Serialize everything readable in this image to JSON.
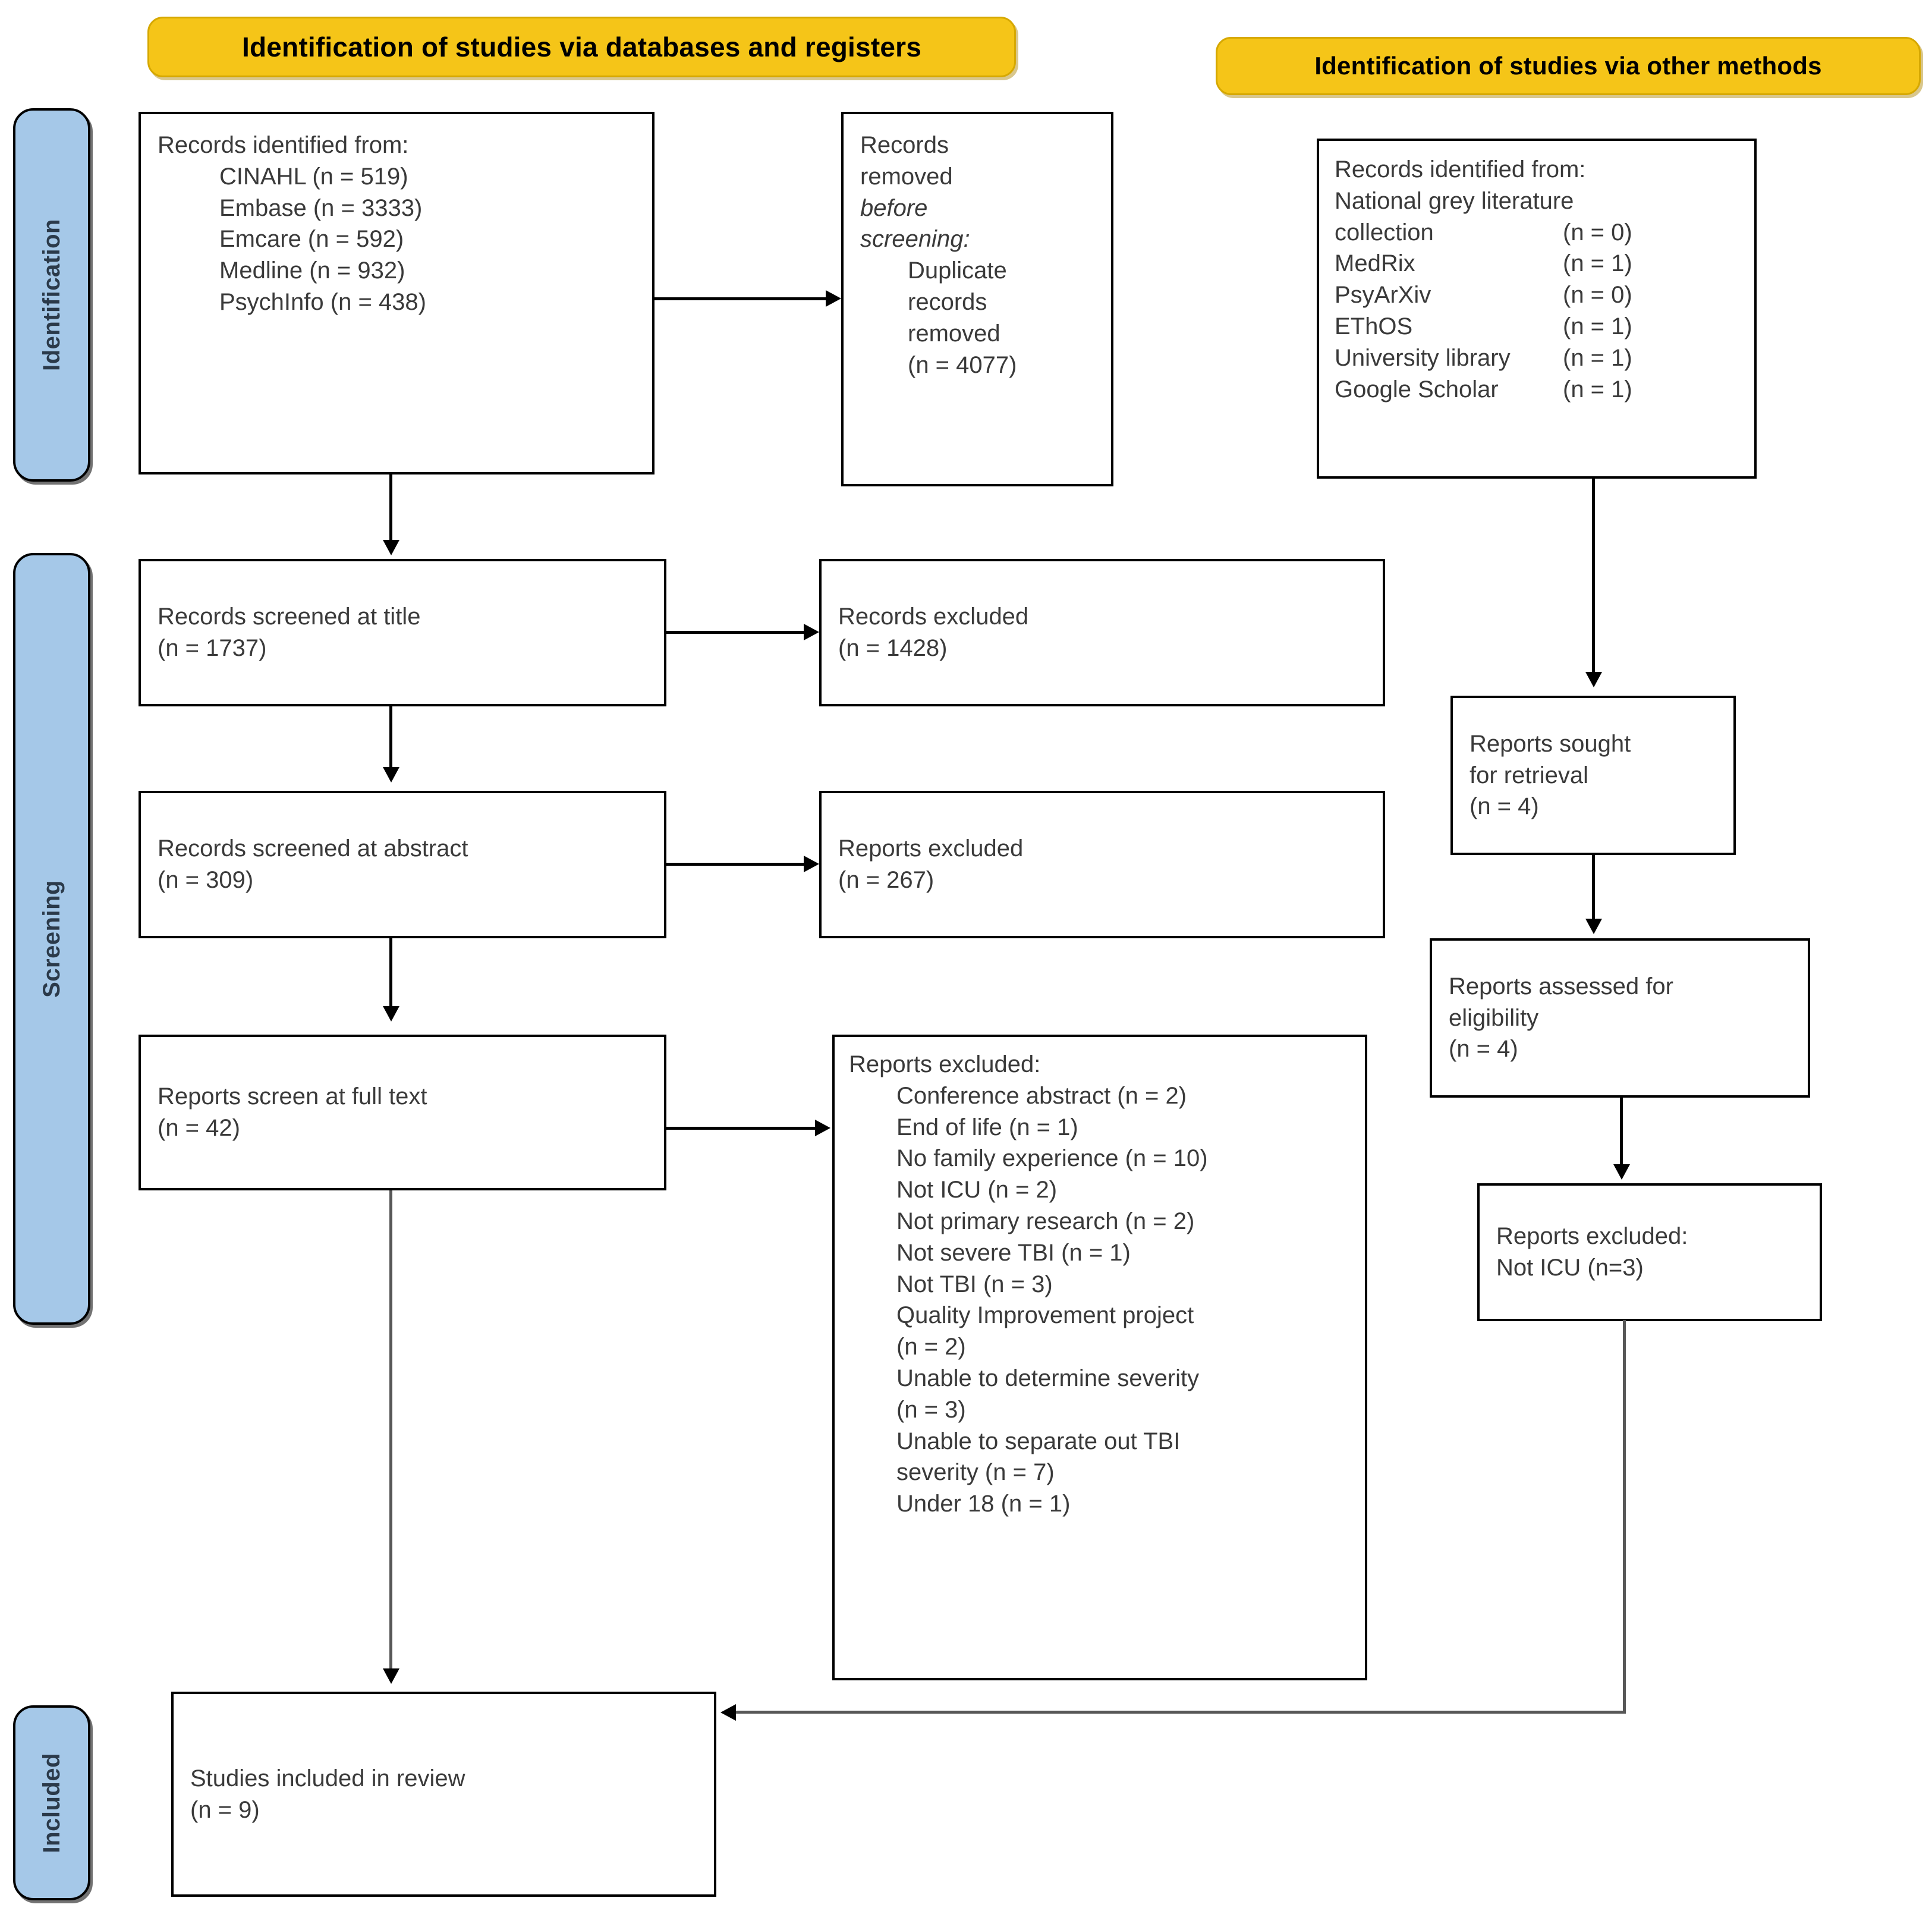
{
  "headers": {
    "databases": "Identification of studies via databases and registers",
    "other": "Identification of studies via other methods"
  },
  "rails": {
    "identification": "Identification",
    "screening": "Screening",
    "included": "Included"
  },
  "boxes": {
    "records_identified_db": {
      "title": "Records identified from:",
      "sources": [
        "CINAHL (n = 519)",
        "Embase (n = 3333)",
        "Emcare (n = 592)",
        "Medline (n = 932)",
        "PsychInfo (n = 438)"
      ]
    },
    "records_removed": {
      "l1": "Records",
      "l2": "removed",
      "l3": "before",
      "l4": "screening:",
      "l5": "Duplicate",
      "l6": "records",
      "l7": "removed",
      "l8": "(n = 4077)"
    },
    "records_identified_other": {
      "title": "Records identified from:",
      "subtitle": "National grey literature",
      "rows": [
        {
          "label": "collection",
          "count": "(n = 0)"
        },
        {
          "label": "MedRix",
          "count": "(n = 1)"
        },
        {
          "label": "PsyArXiv",
          "count": "(n = 0)"
        },
        {
          "label": "EThOS",
          "count": "(n = 1)"
        },
        {
          "label": "University library",
          "count": "(n = 1)"
        },
        {
          "label": "Google Scholar",
          "count": "(n = 1)"
        }
      ]
    },
    "screened_title": {
      "l1": "Records screened at title",
      "l2": "(n = 1737)"
    },
    "excluded_title": {
      "l1": "Records excluded",
      "l2": "(n = 1428)"
    },
    "screened_abstract": {
      "l1": "Records screened at abstract",
      "l2": "(n = 309)"
    },
    "excluded_abstract": {
      "l1": "Reports excluded",
      "l2": "(n = 267)"
    },
    "fulltext": {
      "l1": "Reports screen at full text",
      "l2": "(n = 42)"
    },
    "reports_excluded_full": {
      "title": "Reports excluded:",
      "reasons": [
        "Conference abstract (n = 2)",
        "End of life (n = 1)",
        "No family experience (n = 10)",
        "Not ICU (n = 2)",
        "Not primary research (n = 2)",
        "Not severe TBI (n = 1)",
        "Not TBI (n = 3)",
        "Quality Improvement project",
        "(n = 2)",
        "Unable to determine severity",
        "(n = 3)",
        "Unable to separate out TBI",
        "severity (n = 7)",
        "Under 18 (n = 1)"
      ]
    },
    "reports_sought": {
      "l1": "Reports sought",
      "l2": "for retrieval",
      "l3": "(n = 4)"
    },
    "reports_assessed": {
      "l1": "Reports assessed for",
      "l2": "eligibility",
      "l3": "(n = 4)"
    },
    "reports_excluded_other": {
      "l1": "Reports excluded:",
      "l2": "Not ICU (n=3)"
    },
    "studies_included": {
      "l1": "Studies included in review",
      "l2": "(n = 9)"
    }
  },
  "colors": {
    "header_fill": "#F5C518",
    "header_border": "#D6A800",
    "rail_fill": "#A5C8E8",
    "box_border": "#000000",
    "text": "#3a3a3a",
    "connector_grey": "#575757"
  }
}
